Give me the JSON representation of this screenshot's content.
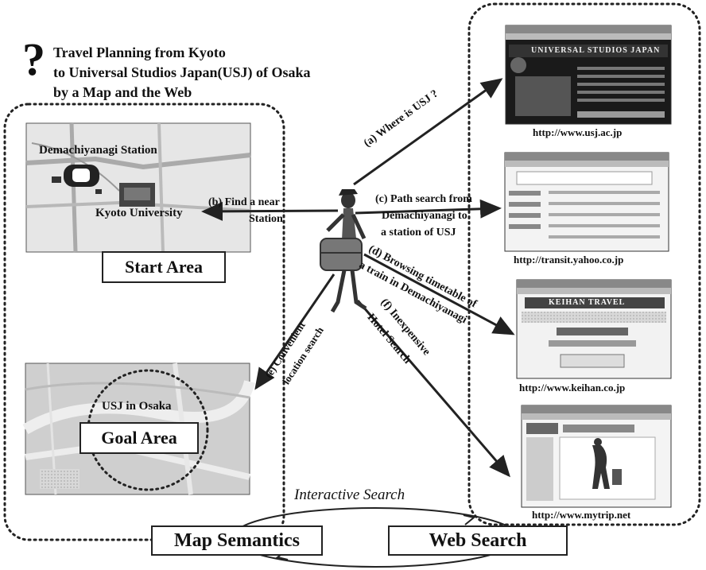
{
  "title": {
    "line1": "Travel Planning from Kyoto",
    "line2": "to Universal Studios Japan(USJ) of Osaka",
    "line3": "by a Map and the Web"
  },
  "start_map": {
    "label_station": "Demachiyanagi Station",
    "label_university": "Kyoto University",
    "box_label": "Start Area"
  },
  "goal_map": {
    "label_usj": "USJ in Osaka",
    "box_label": "Goal Area"
  },
  "arrows": {
    "a": "(a) Where is USJ ?",
    "b1": "(b) Find a near",
    "b2": "Station",
    "c1": "(c) Path search from",
    "c2": "Demachiyanagi to",
    "c3": "a station of USJ",
    "d1": "(d) Browsing timetable of",
    "d2": "a train in Demachiyanagi",
    "e1": "(e) Convenient",
    "e2": "location search",
    "f1": "(f) Inexpensive",
    "f2": "Hotel Search"
  },
  "sites": [
    {
      "url": "http://www.usj.ac.jp",
      "banner": "UNIVERSAL STUDIOS JAPAN"
    },
    {
      "url": "http://transit.yahoo.co.jp"
    },
    {
      "url": "http://www.keihan.co.jp",
      "banner": "KEIHAN TRAVEL"
    },
    {
      "url": "http://www.mytrip.net"
    }
  ],
  "bottom": {
    "interactive": "Interactive Search",
    "map_semantics": "Map Semantics",
    "web_search": "Web Search"
  }
}
